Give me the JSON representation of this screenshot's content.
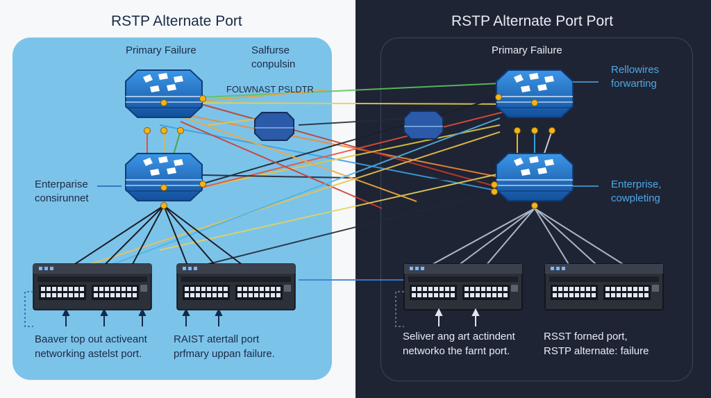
{
  "left": {
    "title": "RSTP Alternate Port",
    "primary_failure": "Primary Failure",
    "note_line1": "Salfurse",
    "note_line2": "conpulsin",
    "fowl_label": "FOLWNAST PSLDTR",
    "side_label_line1": "Enterparise",
    "side_label_line2": "consirunnet",
    "caption_a_line1": "Baaver top out activeant",
    "caption_a_line2": "networking astelst port.",
    "caption_b_line1": "RAIST atertall port",
    "caption_b_line2": "prfmary uppan failure."
  },
  "right": {
    "title": "RSTP Alternate Port Port",
    "primary_failure": "Primary Failure",
    "top_label_line1": "Rellowires",
    "top_label_line2": "forwarting",
    "mid_label_line1": "Enterprise,",
    "mid_label_line2": "cowpleting",
    "caption_a_line1": "Seliver ang art actindent",
    "caption_a_line2": "networko the farnt port.",
    "caption_b_line1": "RSST forned port,",
    "caption_b_line2": "RSTP alternate: failure"
  },
  "colors": {
    "left_panel": "#7cc3ea",
    "right_background": "#1e2434",
    "router_blue": "#1f6fc8",
    "port_node": "#f2b41c",
    "accent_blue_text": "#4ea8e8"
  },
  "icons": [
    "router-icon",
    "switch-icon",
    "arrow-up-icon"
  ]
}
